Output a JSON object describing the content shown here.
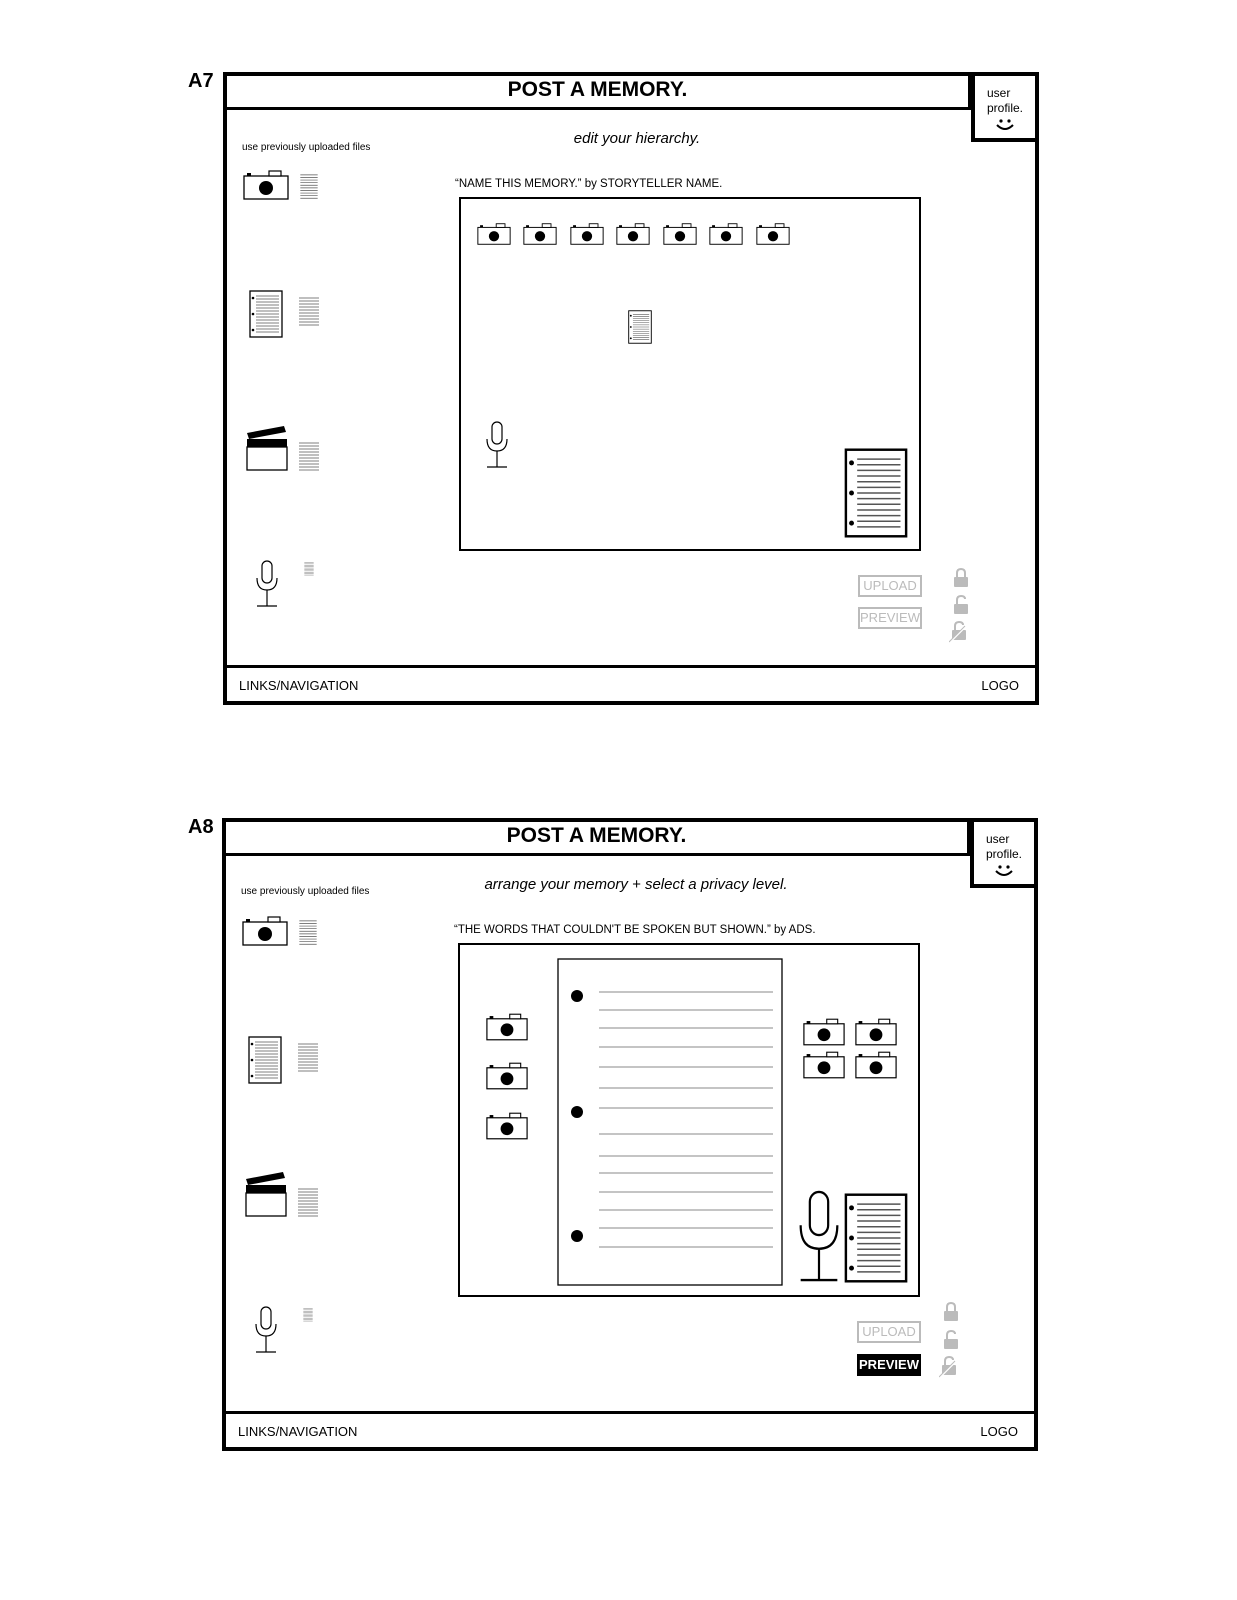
{
  "screens": [
    {
      "label": "A7",
      "header_title": "POST A MEMORY.",
      "profile_label_1": "user",
      "profile_label_2": "profile.",
      "files_label": "use previously uploaded files",
      "subtitle": "edit your hierarchy.",
      "memory_title": "“NAME THIS MEMORY.” by STORYTELLER NAME.",
      "upload_label": "UPLOAD",
      "preview_label": "PREVIEW",
      "nav_label": "LINKS/NAVIGATION",
      "logo_label": "LOGO"
    },
    {
      "label": "A8",
      "header_title": "POST A MEMORY.",
      "profile_label_1": "user",
      "profile_label_2": "profile.",
      "files_label": "use previously uploaded files",
      "subtitle": "arrange your memory + select a privacy level.",
      "memory_title": "“THE WORDS THAT COULDN'T BE SPOKEN BUT SHOWN.” by ADS.",
      "upload_label": "UPLOAD",
      "preview_label": "PREVIEW",
      "nav_label": "LINKS/NAVIGATION",
      "logo_label": "LOGO"
    }
  ],
  "icons": {
    "camera": "camera-icon",
    "document": "document-icon",
    "clapperboard": "clapperboard-icon",
    "microphone": "microphone-icon",
    "lock": "lock-icon",
    "unlock": "unlock-icon",
    "restricted_lock": "restricted-lock-icon"
  },
  "colors": {
    "ink": "#000000",
    "disabled": "#bbbbbb"
  }
}
